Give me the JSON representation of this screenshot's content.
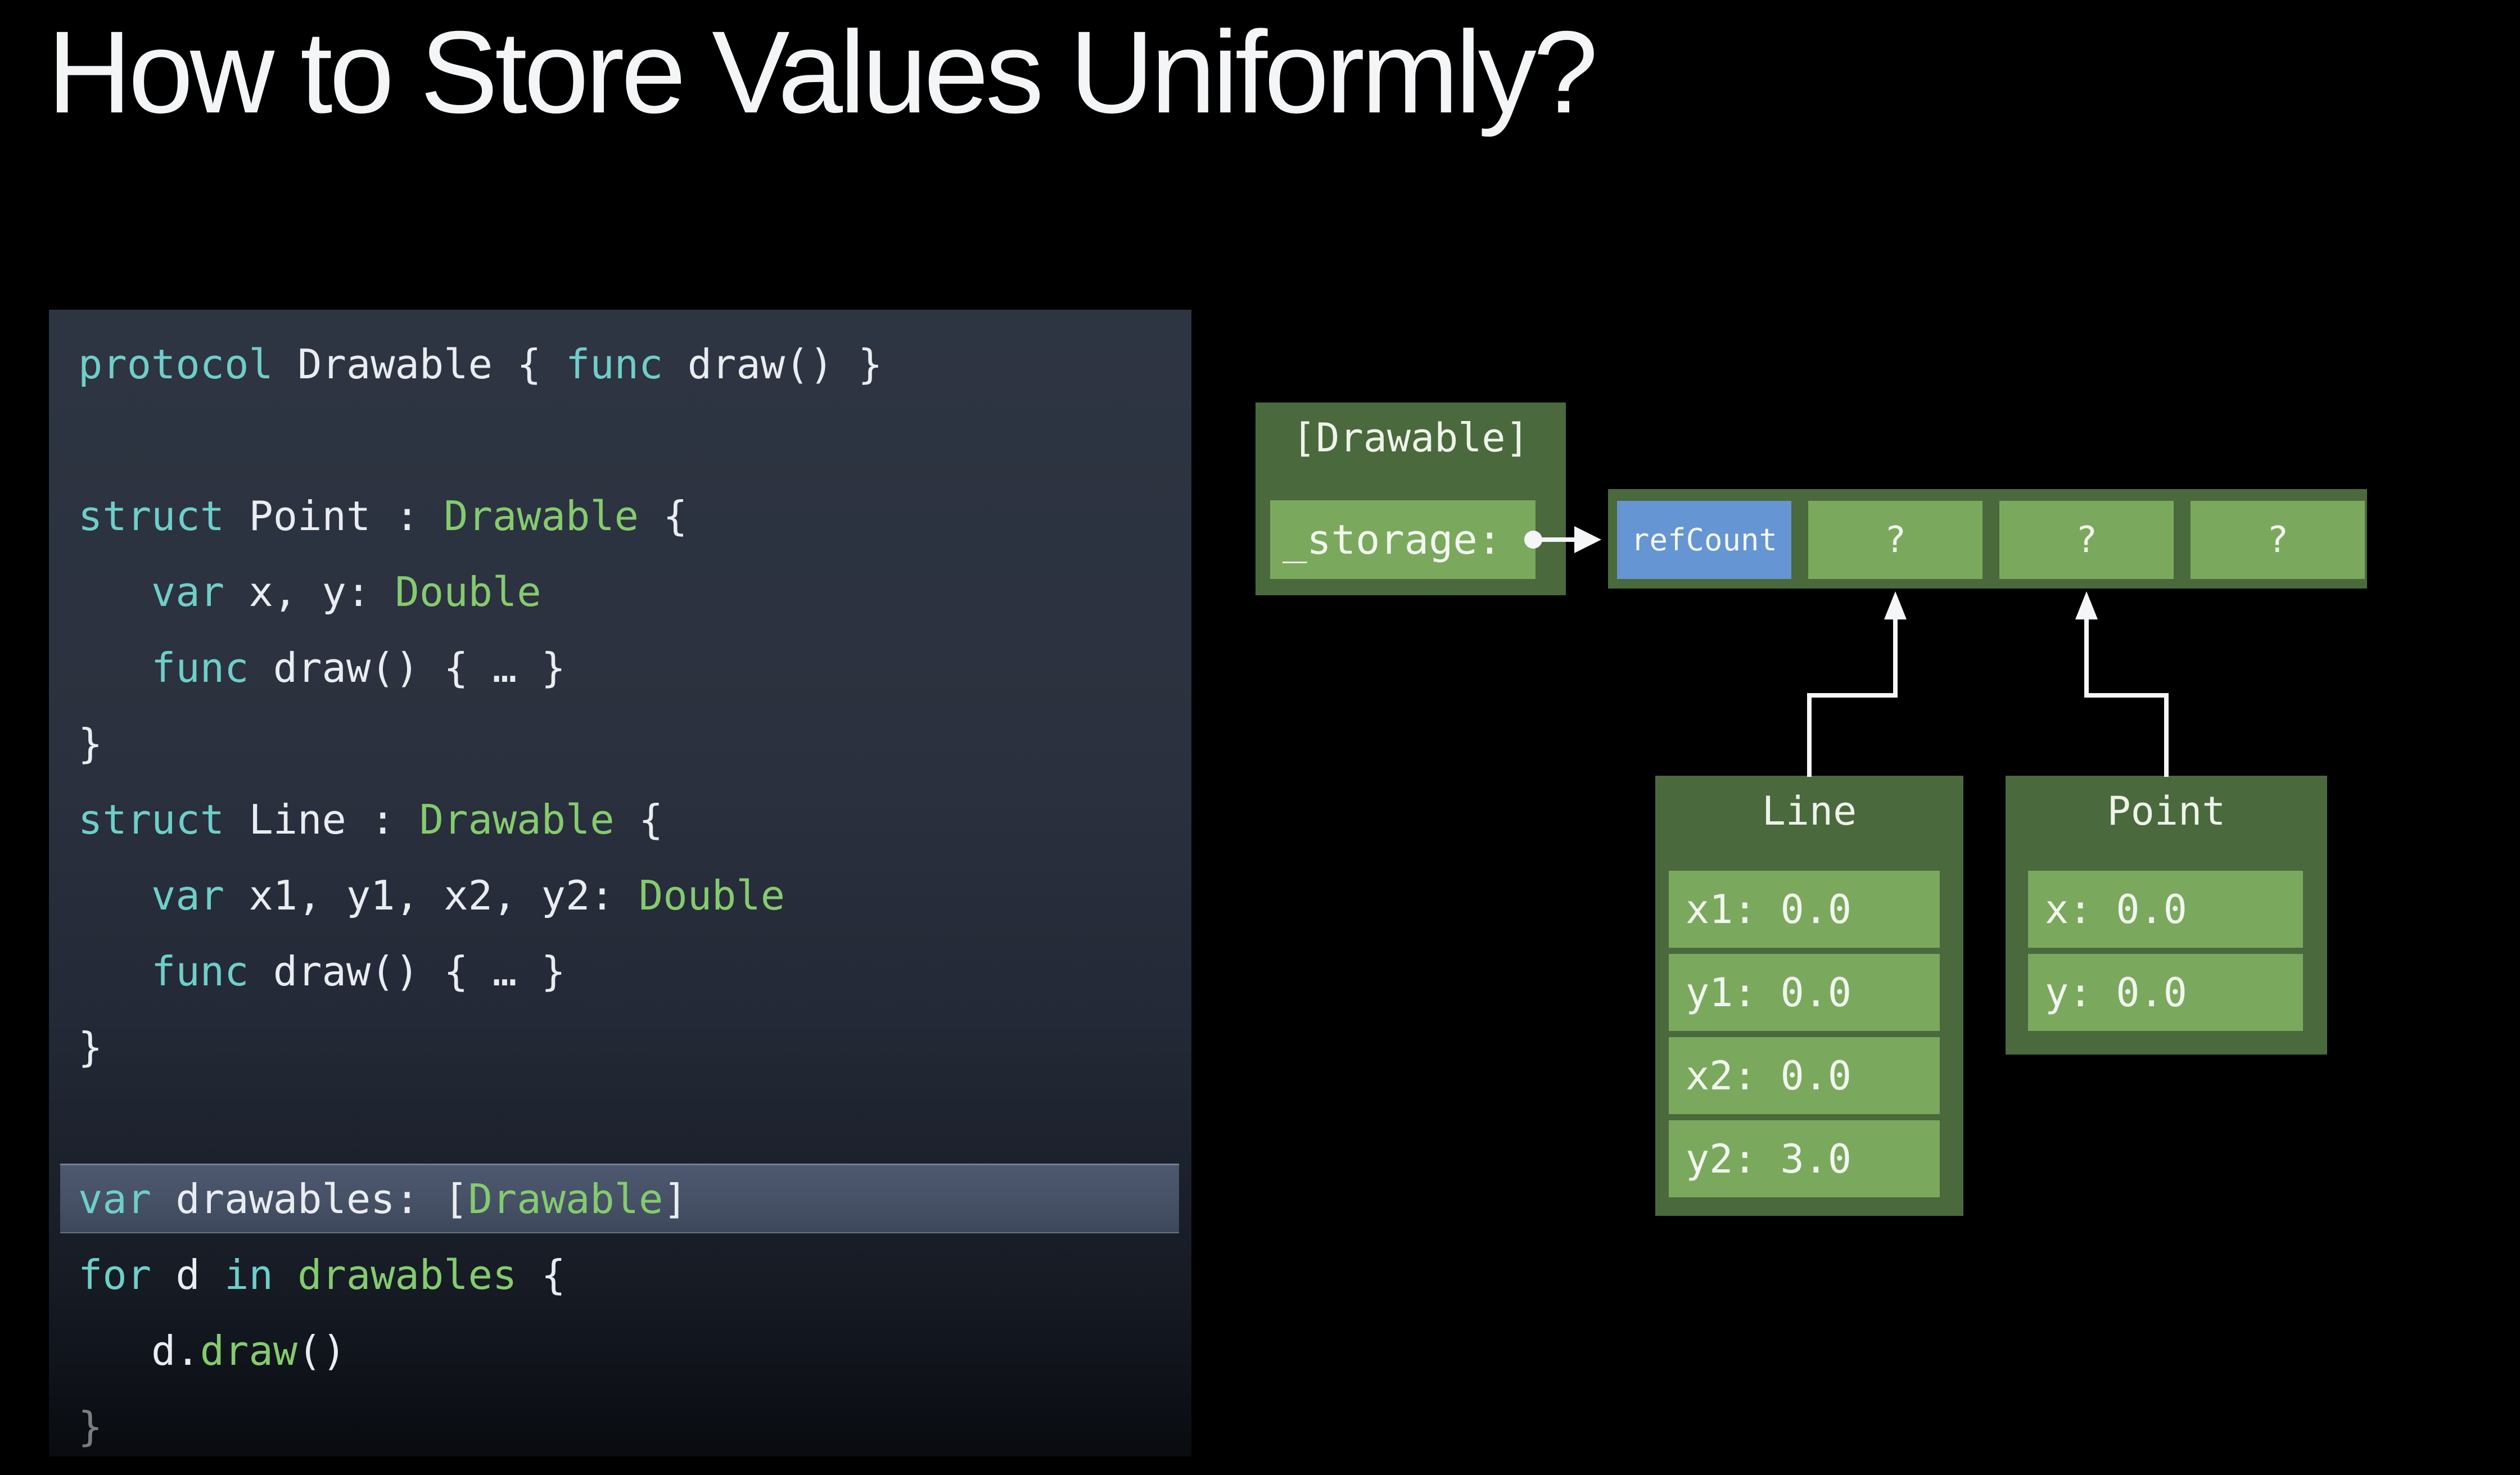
{
  "title": "How to Store Values Uniformly?",
  "colors": {
    "title_fg": "#f4f5f7",
    "code_keyword": "#6fcec9",
    "code_type": "#85cb6e",
    "code_fg": "#e9ecf0",
    "highlight_bg": "#465166",
    "green_dark": "#4a693c",
    "green_light": "#7aa95e",
    "blue": "#6595d2",
    "arrow": "#f5f6f7"
  },
  "code": {
    "lines": [
      {
        "segments": [
          {
            "text": "protocol",
            "style": "kw"
          },
          {
            "text": " Drawable { ",
            "style": "plain"
          },
          {
            "text": "func",
            "style": "kw"
          },
          {
            "text": " draw() }",
            "style": "plain"
          }
        ]
      },
      {
        "segments": []
      },
      {
        "segments": [
          {
            "text": "struct",
            "style": "kw"
          },
          {
            "text": " Point : ",
            "style": "plain"
          },
          {
            "text": "Drawable",
            "style": "type"
          },
          {
            "text": " {",
            "style": "plain"
          }
        ]
      },
      {
        "segments": [
          {
            "text": "   ",
            "style": "plain"
          },
          {
            "text": "var",
            "style": "kw"
          },
          {
            "text": " x, y: ",
            "style": "plain"
          },
          {
            "text": "Double",
            "style": "type"
          }
        ]
      },
      {
        "segments": [
          {
            "text": "   ",
            "style": "plain"
          },
          {
            "text": "func",
            "style": "kw"
          },
          {
            "text": " draw() { … }",
            "style": "plain"
          }
        ]
      },
      {
        "segments": [
          {
            "text": "}",
            "style": "plain"
          }
        ]
      },
      {
        "segments": [
          {
            "text": "struct",
            "style": "kw"
          },
          {
            "text": " Line : ",
            "style": "plain"
          },
          {
            "text": "Drawable",
            "style": "type"
          },
          {
            "text": " {",
            "style": "plain"
          }
        ]
      },
      {
        "segments": [
          {
            "text": "   ",
            "style": "plain"
          },
          {
            "text": "var",
            "style": "kw"
          },
          {
            "text": " x1, y1, x2, y2: ",
            "style": "plain"
          },
          {
            "text": "Double",
            "style": "type"
          }
        ]
      },
      {
        "segments": [
          {
            "text": "   ",
            "style": "plain"
          },
          {
            "text": "func",
            "style": "kw"
          },
          {
            "text": " draw() { … }",
            "style": "plain"
          }
        ]
      },
      {
        "segments": [
          {
            "text": "}",
            "style": "plain"
          }
        ]
      },
      {
        "segments": []
      },
      {
        "highlight": true,
        "segments": [
          {
            "text": "var",
            "style": "kw"
          },
          {
            "text": " drawables: [",
            "style": "plain"
          },
          {
            "text": "Drawable",
            "style": "type"
          },
          {
            "text": "]",
            "style": "plain"
          }
        ]
      },
      {
        "segments": [
          {
            "text": "for",
            "style": "kw"
          },
          {
            "text": " d ",
            "style": "plain"
          },
          {
            "text": "in",
            "style": "kw"
          },
          {
            "text": " ",
            "style": "plain"
          },
          {
            "text": "drawables",
            "style": "type"
          },
          {
            "text": " {",
            "style": "plain"
          }
        ]
      },
      {
        "segments": [
          {
            "text": "   d.",
            "style": "plain"
          },
          {
            "text": "draw",
            "style": "type"
          },
          {
            "text": "()",
            "style": "plain"
          }
        ]
      },
      {
        "dim": true,
        "segments": [
          {
            "text": "}",
            "style": "plain"
          }
        ]
      }
    ]
  },
  "diagram": {
    "array_box": {
      "title": "[Drawable]",
      "field_label": "_storage:"
    },
    "heap_row": {
      "cells": [
        {
          "label": "refCount",
          "kind": "refcount"
        },
        {
          "label": "?",
          "kind": "unknown"
        },
        {
          "label": "?",
          "kind": "unknown"
        },
        {
          "label": "?",
          "kind": "unknown"
        }
      ]
    },
    "line_box": {
      "title": "Line",
      "fields": [
        {
          "label": "x1: 0.0"
        },
        {
          "label": "y1: 0.0"
        },
        {
          "label": "x2: 0.0"
        },
        {
          "label": "y2: 3.0"
        }
      ]
    },
    "point_box": {
      "title": "Point",
      "fields": [
        {
          "label": "x: 0.0"
        },
        {
          "label": "y: 0.0"
        }
      ]
    }
  }
}
